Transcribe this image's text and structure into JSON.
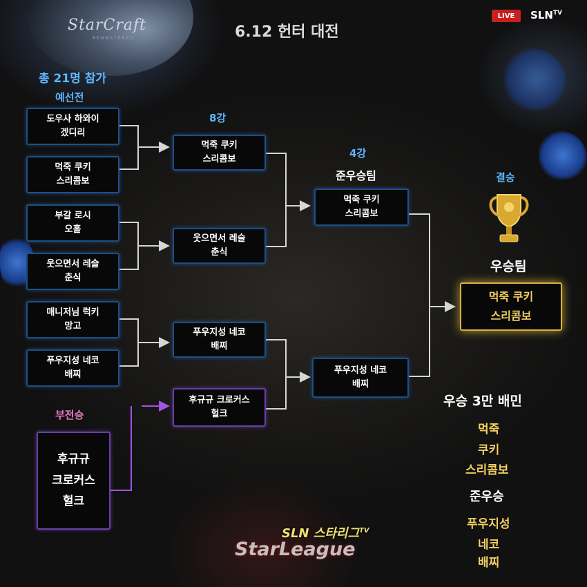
{
  "header": {
    "game_logo": "StarCraft",
    "game_logo_sub": "REMASTERED",
    "title": "6.12 헌터 대전",
    "live_badge": "LIVE",
    "channel": "SLN",
    "channel_sup": "TV"
  },
  "labels": {
    "participants": "총 21명 참가",
    "prelim": "예선전",
    "round8": "8강",
    "round4": "4강",
    "runner_up_team": "준우승팀",
    "final": "결승",
    "winning_team": "우승팀",
    "loser_bracket": "부전승"
  },
  "prelim_matches": [
    {
      "line1": "도우사 하와이",
      "line2": "겠디리"
    },
    {
      "line1": "먹죽 쿠키",
      "line2": "스리콤보"
    },
    {
      "line1": "부갈 로시",
      "line2": "오흘"
    },
    {
      "line1": "웃으면서 레슬",
      "line2": "춘식"
    },
    {
      "line1": "매니저님 럭키",
      "line2": "망고"
    },
    {
      "line1": "푸우지성 네코",
      "line2": "배찌"
    }
  ],
  "bye_team": {
    "line1": "후규규",
    "line2": "크로커스",
    "line3": "헐크"
  },
  "quarter_matches": [
    {
      "line1": "먹죽 쿠키",
      "line2": "스리콤보"
    },
    {
      "line1": "웃으면서 레슬",
      "line2": "춘식"
    },
    {
      "line1": "푸우지성 네코",
      "line2": "배찌"
    },
    {
      "line1": "후규규 크로커스",
      "line2": "헐크"
    }
  ],
  "semi_matches": [
    {
      "line1": "먹죽 쿠키",
      "line2": "스리콤보"
    },
    {
      "line1": "푸우지성 네코",
      "line2": "배찌"
    }
  ],
  "champion": {
    "line1": "먹죽 쿠키",
    "line2": "스리콤보"
  },
  "prizes": {
    "winner_prize": "우승 3만 배민",
    "winner_names": [
      "먹죽",
      "쿠키",
      "스리콤보"
    ],
    "runner_up_label": "준우승",
    "runner_up_names": [
      "푸우지성",
      "네코",
      "배찌"
    ]
  },
  "footer": {
    "league_name": "SLN 스타리그",
    "league_sup": "TV",
    "league_logo": "StarLeague"
  },
  "colors": {
    "box_border_blue": "#1b4f86",
    "box_border_purple": "#6a3fa6",
    "winner_gold": "#f2cf61",
    "label_blue": "#5fb6ff",
    "label_pink": "#e27ac2",
    "bracket_line": "#d6d6d6",
    "loser_line": "#a055e0"
  }
}
